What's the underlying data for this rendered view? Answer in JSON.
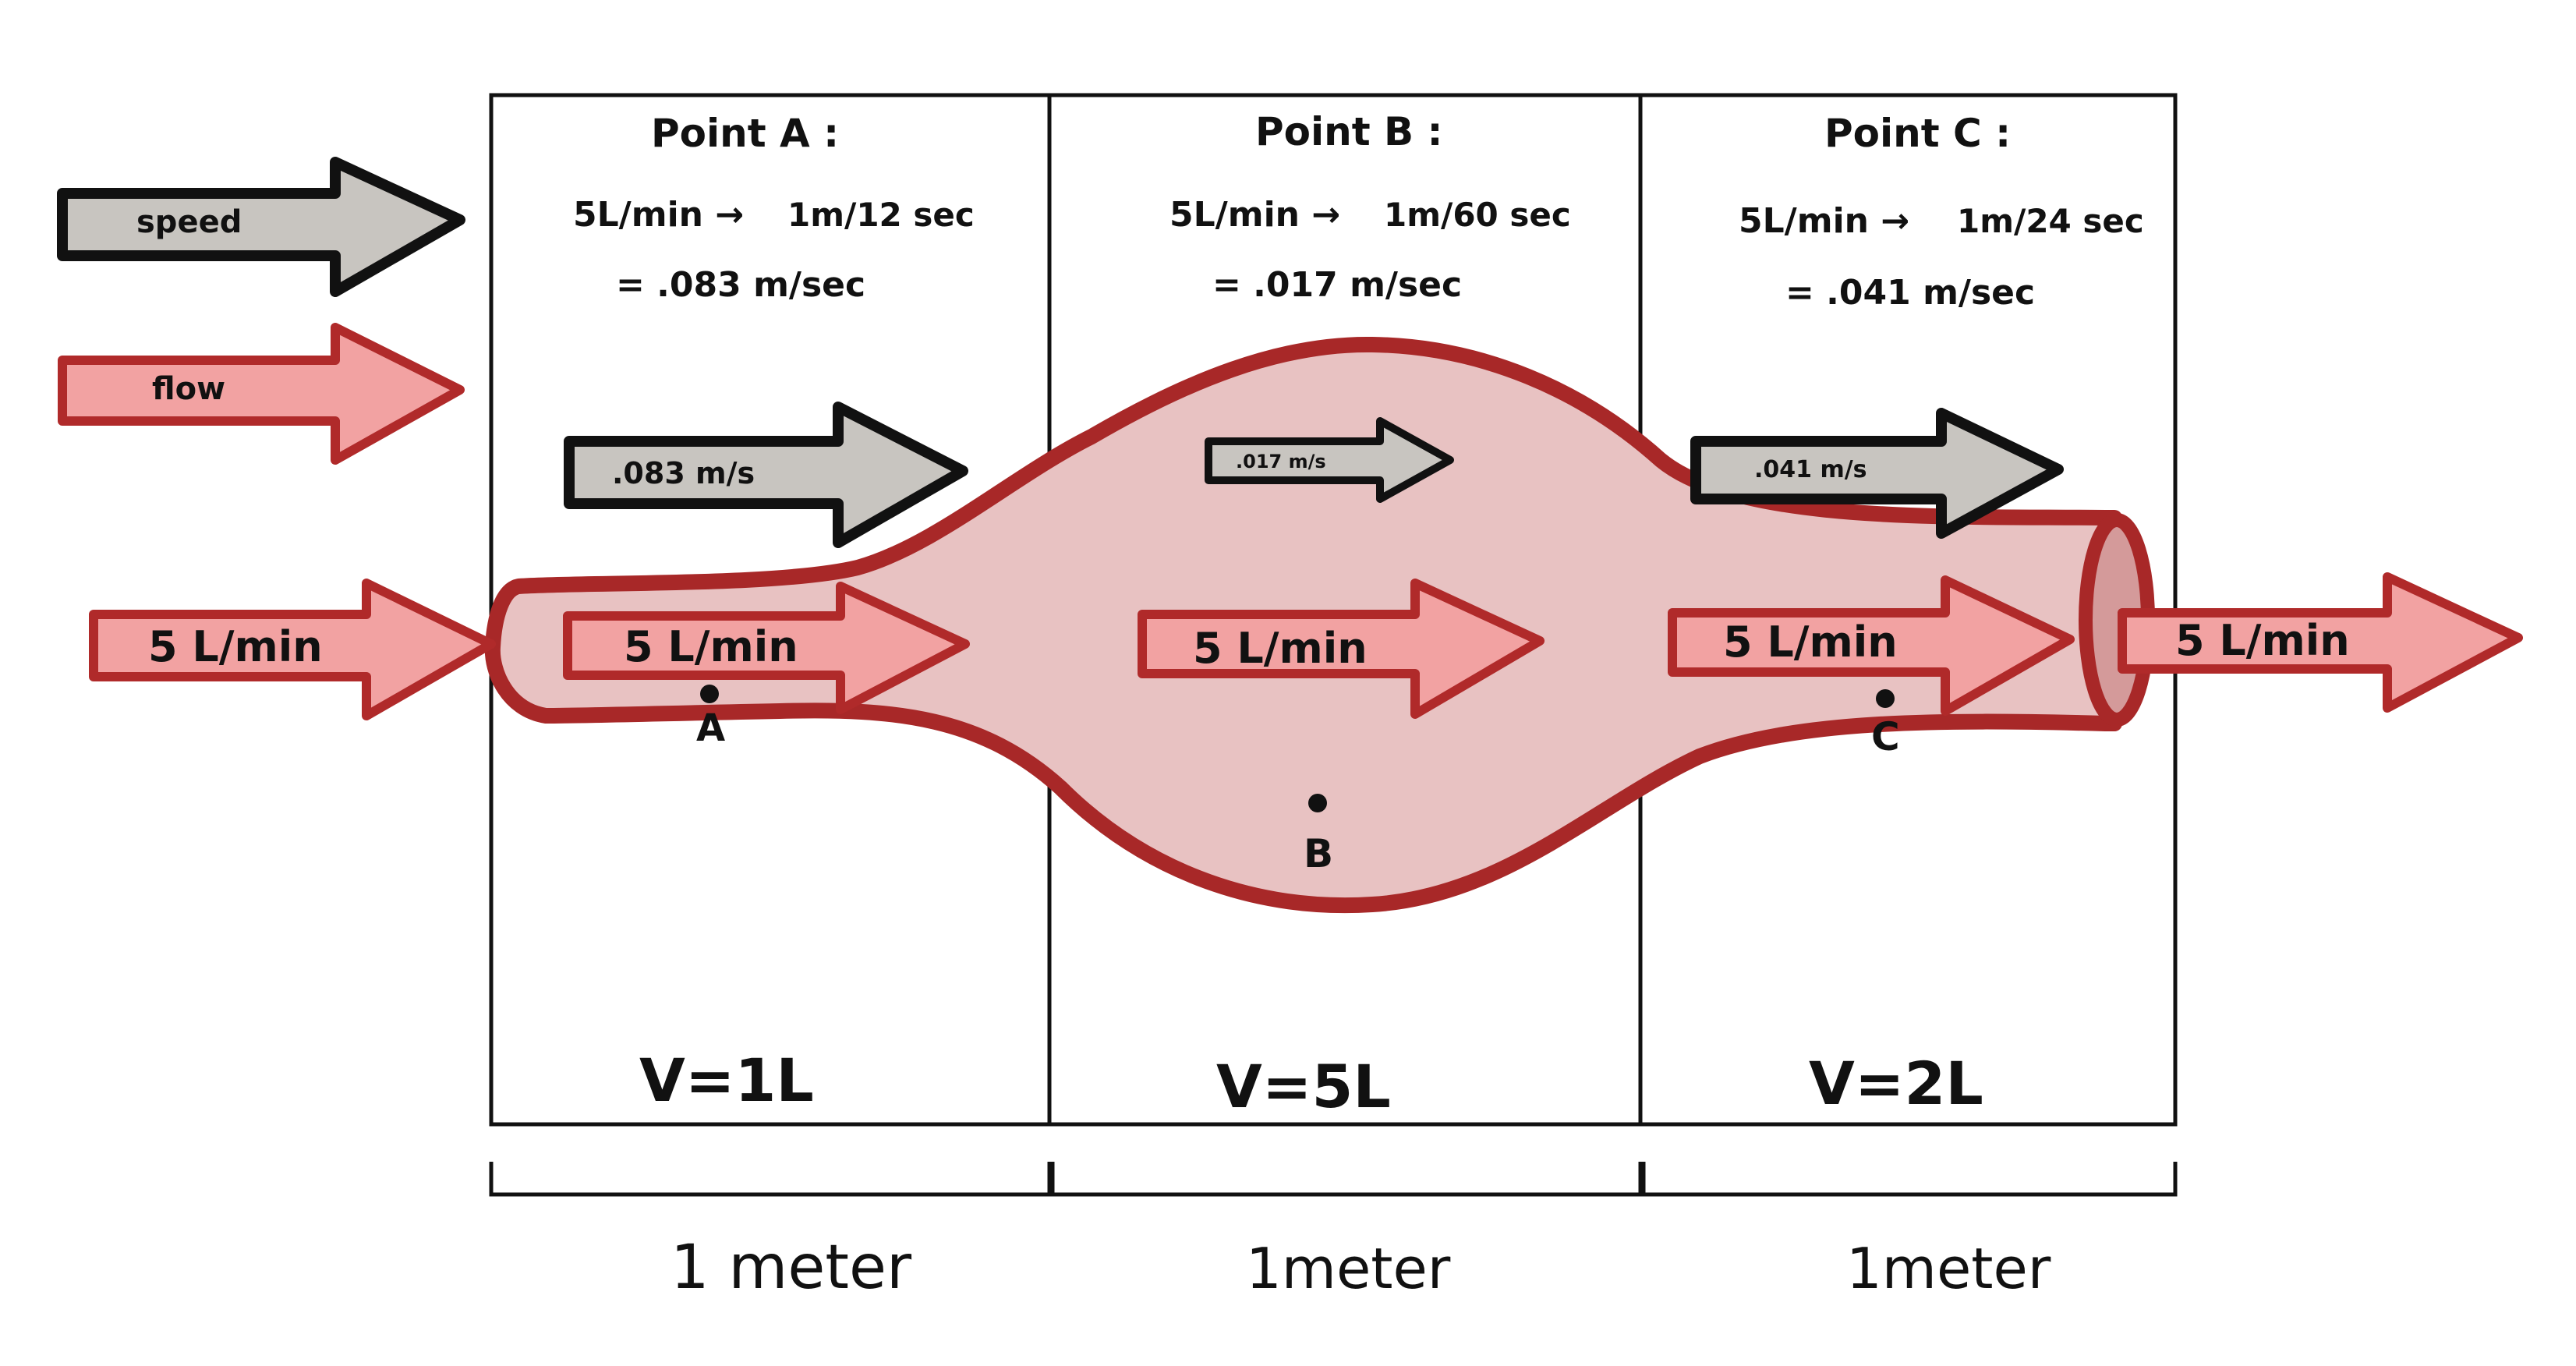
{
  "legend": {
    "speed_label": "speed",
    "flow_label": "flow"
  },
  "sections": [
    {
      "title": "Point A :",
      "formula_lhs": "5L/min →",
      "formula_rhs": "1m/12 sec",
      "result": "= .083 m/sec",
      "speed_label": ".083 m/s",
      "flow_label": "5 L/min",
      "point": "A",
      "volume": "V=1L",
      "length": "1 meter"
    },
    {
      "title": "Point B :",
      "formula_lhs": "5L/min →",
      "formula_rhs": "1m/60 sec",
      "result": "= .017 m/sec",
      "speed_label": ".017 m/s",
      "flow_label": "5 L/min",
      "point": "B",
      "volume": "V=5L",
      "length": "1meter"
    },
    {
      "title": "Point C :",
      "formula_lhs": "5L/min →",
      "formula_rhs": "1m/24 sec",
      "result": "= .041 m/sec",
      "speed_label": ".041 m/s",
      "flow_label": "5 L/min",
      "point": "C",
      "volume": "V=2L",
      "length": "1meter"
    }
  ],
  "inflow_label": "5 L/min",
  "outflow_label": "5 L/min",
  "colors": {
    "speed_fill": "#c8c5c0",
    "speed_stroke": "#111111",
    "flow_fill": "#f2a2a2",
    "flow_stroke": "#b02a2a",
    "vessel_fill": "#e8c2c2",
    "vessel_stroke": "#a82828"
  }
}
